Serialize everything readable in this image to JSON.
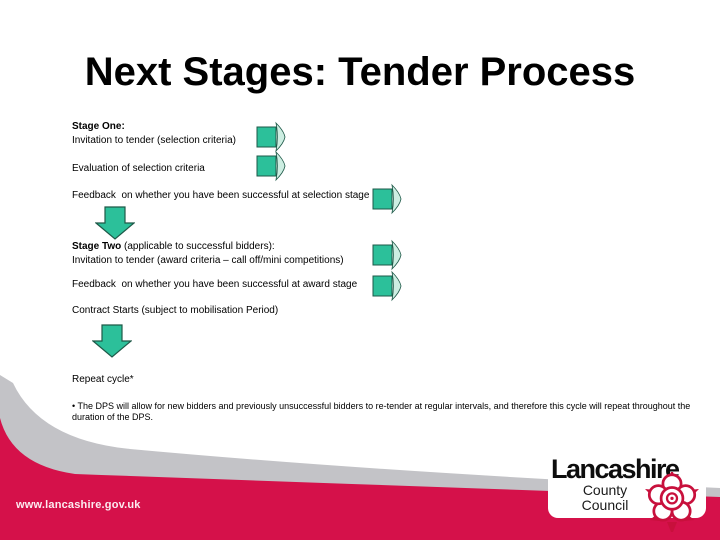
{
  "title": "Next Stages: Tender Process",
  "colors": {
    "accent_red": "#d5114a",
    "stripe_gray": "#c3c3c7",
    "arrow_green": "#2cc09a",
    "arrow_outline": "#1e5948"
  },
  "stage_one": {
    "heading": "Stage One:",
    "invitation": "Invitation to tender (selection criteria)",
    "evaluation": "Evaluation of selection criteria",
    "feedback": "Feedback  on whether you have been successful at selection stage"
  },
  "stage_two": {
    "heading_bold": "Stage Two",
    "heading_rest": " (applicable to successful bidders):",
    "invitation": "Invitation to tender (award criteria – call off/mini competitions)",
    "feedback": "Feedback  on whether you have been successful at award stage",
    "contract": "Contract Starts (subject to mobilisation Period)"
  },
  "repeat_cycle": "Repeat cycle*",
  "footnote": "• The DPS will allow for new bidders and previously unsuccessful bidders to re-tender at regular intervals, and therefore this cycle will repeat throughout the duration of the DPS.",
  "footer": {
    "url": "www.lancashire.gov.uk",
    "logo_name": "Lancashire",
    "logo_sub1": "County",
    "logo_sub2": "Council"
  }
}
